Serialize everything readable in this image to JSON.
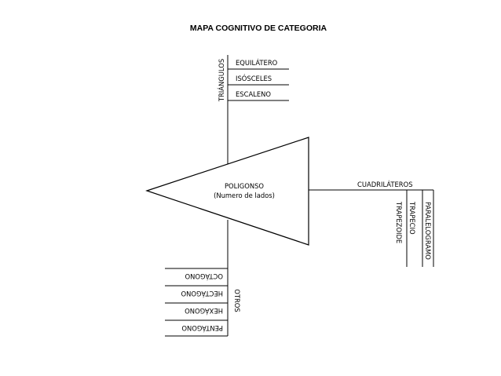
{
  "title": "MAPA COGNITIVO DE CATEGORIA",
  "center": {
    "line1": "POLIGONSO",
    "line2": "(Numero de lados)"
  },
  "branches": {
    "triangulos": {
      "label": "TRIÁNGULOS",
      "items": [
        "EQUILÁTERO",
        "ISÓSCELES",
        "ESCALENO"
      ]
    },
    "cuadrilateros": {
      "label": "CUADRILÁTEROS",
      "items": [
        "TRAPEZOIDE",
        "TRAPECIO",
        "PARALELOGRAMO"
      ]
    },
    "otros": {
      "label": "OTROS",
      "items": [
        "OCTÁGONO",
        "HECTÁGONO",
        "HEXÁGONO",
        "PENTÁGONO"
      ]
    }
  }
}
